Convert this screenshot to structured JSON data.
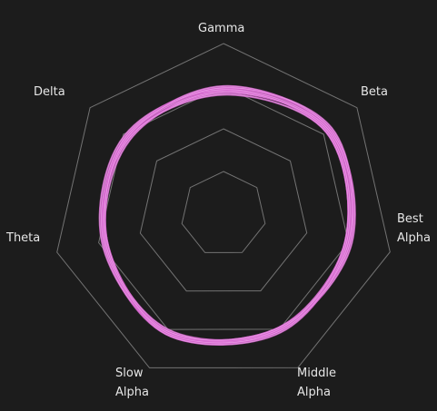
{
  "chart_data": {
    "type": "radar",
    "axes": [
      {
        "label_lines": [
          "Gamma"
        ]
      },
      {
        "label_lines": [
          "Beta"
        ]
      },
      {
        "label_lines": [
          "Best",
          "Alpha"
        ]
      },
      {
        "label_lines": [
          "Middle",
          "Alpha"
        ]
      },
      {
        "label_lines": [
          "Slow",
          "Alpha"
        ]
      },
      {
        "label_lines": [
          "Theta"
        ]
      },
      {
        "label_lines": [
          "Delta"
        ]
      }
    ],
    "grid_rings": 4,
    "grid": true,
    "legend": "none",
    "series_color": "#d766d0",
    "series": [
      {
        "values": [
          0.72,
          0.78,
          0.74,
          0.75,
          0.77,
          0.71,
          0.72
        ]
      },
      {
        "values": [
          0.74,
          0.8,
          0.76,
          0.74,
          0.76,
          0.7,
          0.73
        ]
      },
      {
        "values": [
          0.71,
          0.79,
          0.75,
          0.76,
          0.78,
          0.72,
          0.71
        ]
      },
      {
        "values": [
          0.73,
          0.77,
          0.73,
          0.74,
          0.77,
          0.73,
          0.74
        ]
      },
      {
        "values": [
          0.75,
          0.8,
          0.77,
          0.75,
          0.75,
          0.71,
          0.72
        ]
      },
      {
        "values": [
          0.72,
          0.78,
          0.74,
          0.77,
          0.78,
          0.7,
          0.7
        ]
      },
      {
        "values": [
          0.73,
          0.79,
          0.76,
          0.74,
          0.76,
          0.72,
          0.73
        ]
      },
      {
        "values": [
          0.7,
          0.77,
          0.73,
          0.75,
          0.77,
          0.71,
          0.71
        ]
      },
      {
        "values": [
          0.74,
          0.81,
          0.75,
          0.76,
          0.77,
          0.7,
          0.72
        ]
      }
    ]
  },
  "colors": {
    "background": "#1c1c1c",
    "grid": "#8a8a8a",
    "label": "#e6e6e6",
    "series": "#d766d0",
    "series_highlight": "#f2b6ef"
  }
}
